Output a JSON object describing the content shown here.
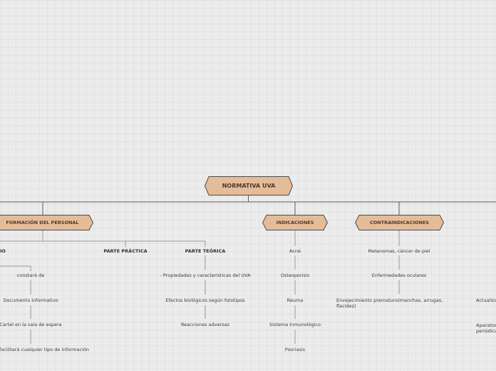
{
  "root": {
    "label": "NORMATIVA UVA"
  },
  "branches": {
    "formacion": {
      "label": "FORMACIÓN DEL PERSONAL"
    },
    "indicaciones": {
      "label": "INDICACIONES"
    },
    "contraindicaciones": {
      "label": "CONTRAINDICACIONES"
    }
  },
  "categories": {
    "partial_left": "IO",
    "practica": "PARTE PRÁCTICA",
    "teorica": "PARTE TEÓRICA"
  },
  "left_items": [
    "constará de",
    "Documento informativo",
    "Cartel en la sala de espera",
    "facilitará cualquier tipo de información"
  ],
  "teorica_items": [
    "- Propiedades y características del UVA",
    "Efectos biológicos según fototipos",
    "Reacciones adversas"
  ],
  "indicaciones_items": [
    "Acné",
    "Osteoporisis",
    "Reuma",
    "Sistema inmunológico",
    "Psoriasis"
  ],
  "contra_items": [
    "Melanomas, cáncer de piel",
    "Enfermedades oculares",
    "Envejecimiento prematuro(manchas, arrugas, flacidez)"
  ],
  "right_items": [
    "Actualiza",
    "Aparatos periódica"
  ]
}
